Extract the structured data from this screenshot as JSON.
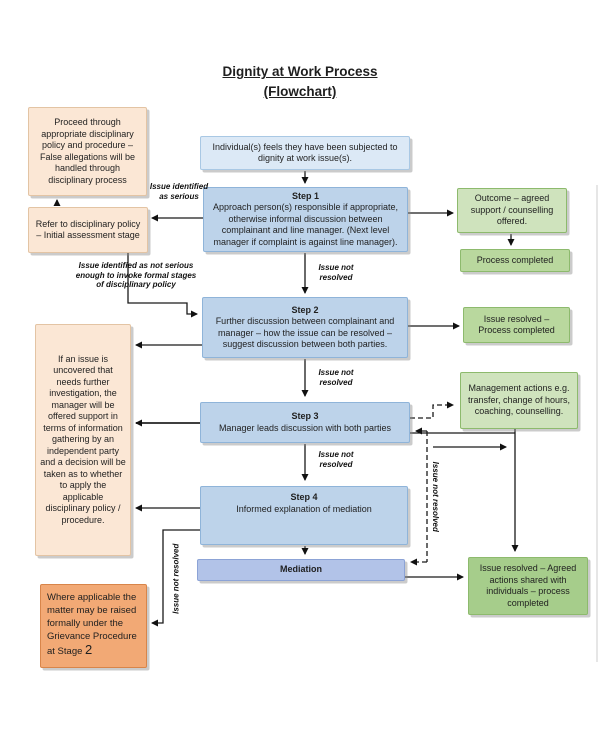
{
  "title": {
    "line1": "Dignity at Work Process",
    "line2": "(Flowchart)"
  },
  "boxes": {
    "proceed": {
      "text": "Proceed through appropriate disciplinary policy and procedure – False allegations will be handled through disciplinary process"
    },
    "refer": {
      "text": "Refer to disciplinary policy – Initial assessment stage"
    },
    "individual": {
      "text": "Individual(s) feels they have been subjected to dignity at work issue(s)."
    },
    "step1": {
      "title": "Step 1",
      "body": "Approach person(s) responsible if appropriate, otherwise informal discussion between complainant and line manager. (Next level manager if complaint is against line manager)."
    },
    "outcome": {
      "text": "Outcome – agreed support / counselling offered."
    },
    "process_completed": {
      "text": "Process completed"
    },
    "step2": {
      "title": "Step 2",
      "body": "Further discussion between complainant and manager – how the issue can be resolved – suggest discussion between both parties."
    },
    "issue_resolved_short": {
      "text": "Issue resolved – Process completed"
    },
    "uncovered": {
      "text": "If an issue is uncovered that needs further investigation, the manager will be offered support in terms of information gathering by an independent party and a decision will be taken as to whether to apply the applicable disciplinary policy / procedure."
    },
    "step3": {
      "title": "Step 3",
      "body": "Manager leads discussion with both parties"
    },
    "management": {
      "text": "Management actions e.g. transfer, change of hours, coaching, counselling."
    },
    "step4": {
      "title": "Step 4",
      "body": "Informed explanation of mediation"
    },
    "mediation": {
      "text": "Mediation"
    },
    "grievance": {
      "text": "Where applicable the matter may be raised formally under the Grievance Procedure at Stage",
      "stage": "2"
    },
    "agreed": {
      "text": "Issue resolved – Agreed actions shared with individuals – process completed"
    }
  },
  "labels": {
    "serious": "Issue identified as serious",
    "not_serious": "Issue identified as not serious enough to invoke formal stages of disciplinary policy",
    "not_resolved": "Issue not resolved"
  },
  "colors": {
    "page_bg": "#ffffff",
    "ink": "#1f1f1f",
    "line": "#1a1a1a",
    "blue_light": "#dce9f6",
    "blue_light_border": "#a9c8e4",
    "blue_step": "#bdd3ea",
    "blue_step_border": "#8fb4d9",
    "blue_mediation": "#b2c3e8",
    "blue_mediation_border": "#8ca3d6",
    "green_light": "#cfe3bd",
    "green_mid": "#b9d89e",
    "green_dark": "#a6cd8b",
    "green_border": "#8dba6d",
    "peach": "#fbe7d5",
    "peach_border": "#e3c4a4",
    "orange": "#f2a975",
    "orange_border": "#d8854a"
  }
}
